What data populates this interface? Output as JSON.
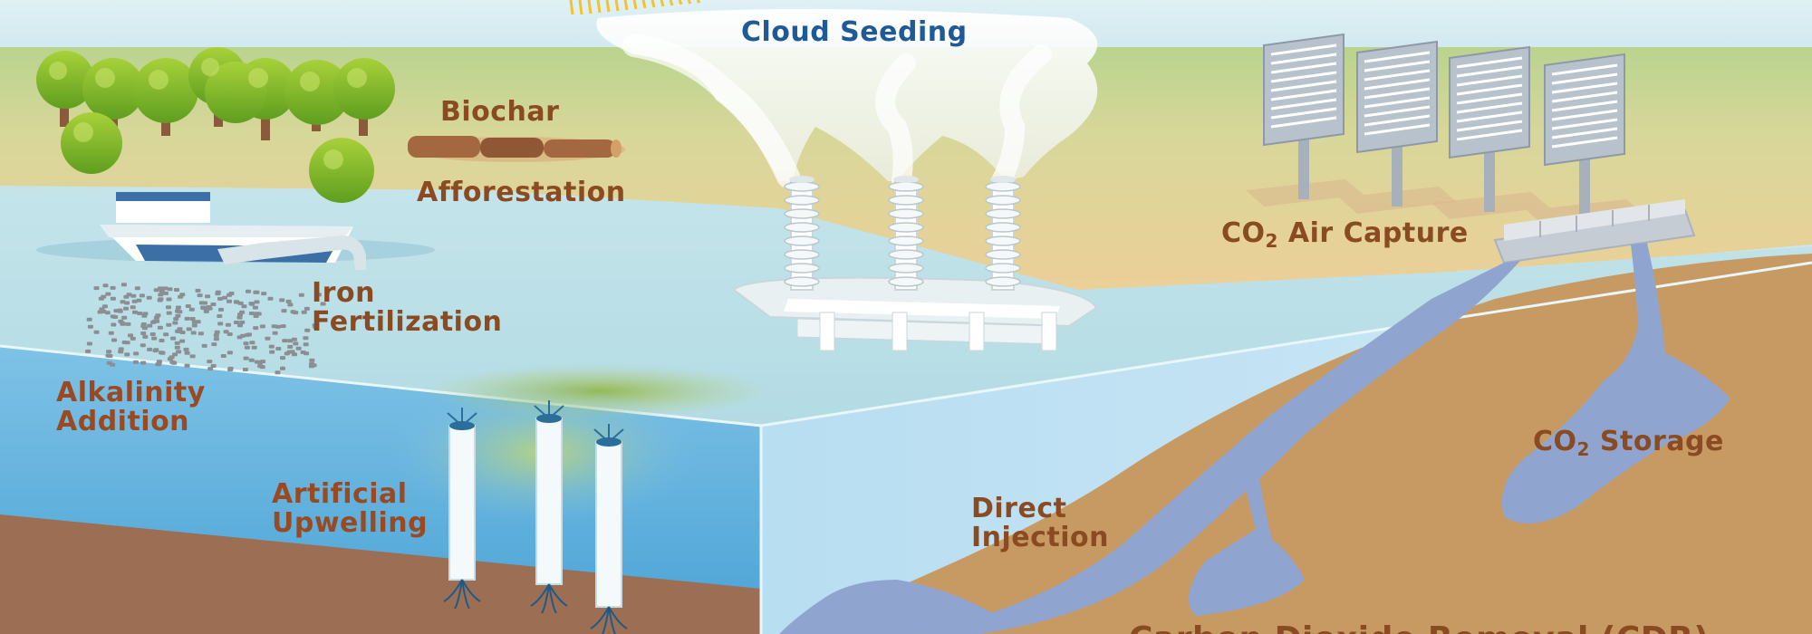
{
  "labels": {
    "cloud_seeding": "Cloud Seeding",
    "biochar": "Biochar",
    "afforestation": "Afforestation",
    "co2_air_capture_prefix": "CO",
    "co2_air_capture_sub": "2",
    "co2_air_capture_suffix": " Air Capture",
    "iron_fertilization_line1": "Iron",
    "iron_fertilization_line2": "Fertilization",
    "alkalinity_addition_line1": "Alkalinity",
    "alkalinity_addition_line2": "Addition",
    "artificial_upwelling_line1": "Artificial",
    "artificial_upwelling_line2": "Upwelling",
    "direct_injection_line1": "Direct",
    "direct_injection_line2": "Injection",
    "co2_storage_prefix": "CO",
    "co2_storage_sub": "2",
    "co2_storage_suffix": " Storage",
    "bottom_title": "Carbon Dioxide Removal (CDR)"
  },
  "colors": {
    "sky": "#d6ecf1",
    "land": "#e9cf9c",
    "grass": "#b7d08a",
    "ocean_surface": "#bfe0e6",
    "water_front": "#5aaedb",
    "water_side": "#a8d6ef",
    "seabed": "#9c6e54",
    "sediment": "#c79a63",
    "injection_pipe": "#8fa5cf",
    "label_text": "#8a4a22",
    "title_text": "#1f5a96"
  }
}
